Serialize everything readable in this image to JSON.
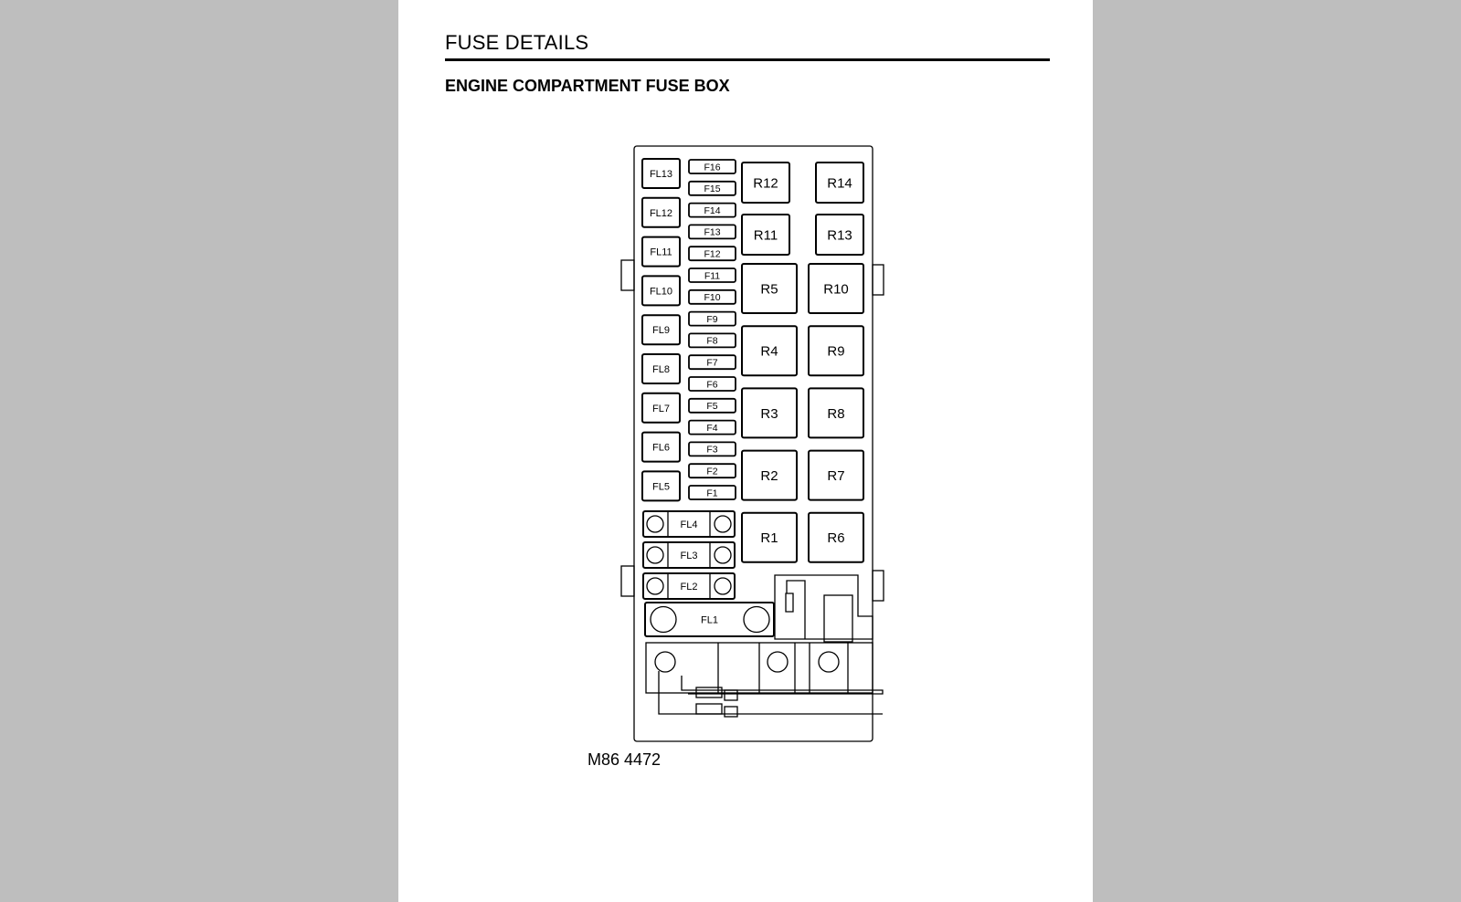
{
  "header": {
    "title": "FUSE DETAILS",
    "subtitle": "ENGINE COMPARTMENT FUSE BOX"
  },
  "diagram": {
    "caption": "M86 4472",
    "large_fuses": [
      "FL13",
      "FL12",
      "FL11",
      "FL10",
      "FL9",
      "FL8",
      "FL7",
      "FL6",
      "FL5"
    ],
    "mini_fuses": [
      "F16",
      "F15",
      "F14",
      "F13",
      "F12",
      "F11",
      "F10",
      "F9",
      "F8",
      "F7",
      "F6",
      "F5",
      "F4",
      "F3",
      "F2",
      "F1"
    ],
    "fusible_links": [
      "FL4",
      "FL3",
      "FL2",
      "FL1"
    ],
    "small_relays": [
      "R12",
      "R14",
      "R11",
      "R13"
    ],
    "relays_left": [
      "R5",
      "R4",
      "R3",
      "R2",
      "R1"
    ],
    "relays_right": [
      "R10",
      "R9",
      "R8",
      "R7",
      "R6"
    ]
  },
  "colors": {
    "background": "#bebebe",
    "page": "#ffffff",
    "ink": "#000000"
  }
}
